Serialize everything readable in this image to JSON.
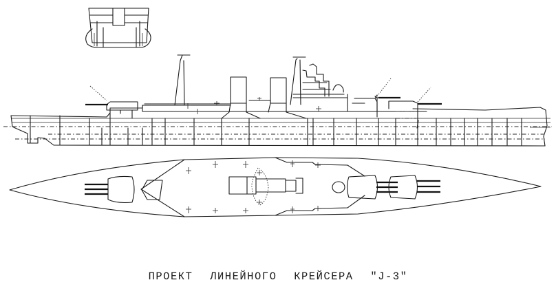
{
  "figure": {
    "caption": "ПРОЕКТ  ЛИНЕЙНОГО  КРЕЙСЕРА \"J-3\"",
    "views": [
      {
        "name": "Midship cross-section",
        "position": "top-left"
      },
      {
        "name": "Side profile (elevation)",
        "position": "middle"
      },
      {
        "name": "Deck plan (top view)",
        "position": "lower"
      }
    ],
    "colors": {
      "ink": "#1a1a1a",
      "paper": "#ffffff"
    }
  }
}
